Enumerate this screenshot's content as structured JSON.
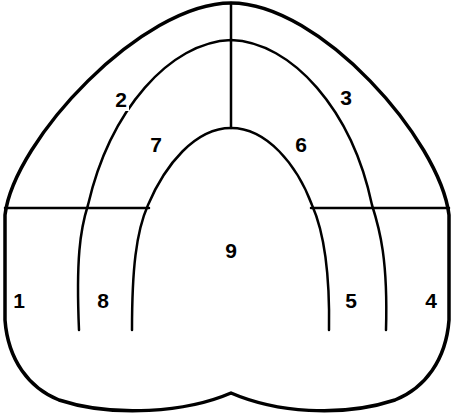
{
  "diagram": {
    "labels": [
      "2",
      "3",
      "7",
      "6",
      "9",
      "1",
      "8",
      "5",
      "4"
    ]
  }
}
